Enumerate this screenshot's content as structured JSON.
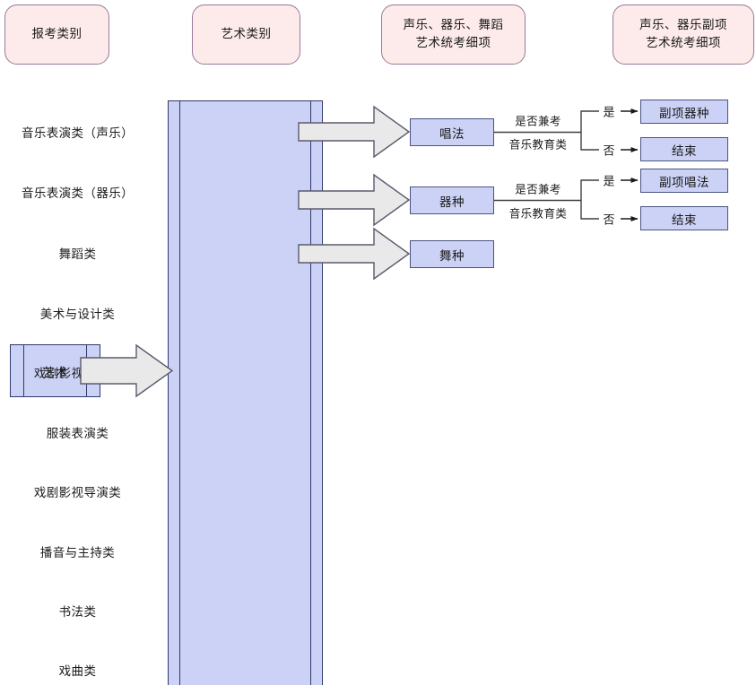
{
  "headers": [
    {
      "id": "apply-category",
      "label": "报考类别"
    },
    {
      "id": "art-category",
      "label": "艺术类别"
    },
    {
      "id": "vocal-instr-dance-detail",
      "label": "声乐、器乐、舞蹈\n艺术统考细项"
    },
    {
      "id": "vocal-instr-minor-detail",
      "label": "声乐、器乐副项\n艺术统考细项"
    }
  ],
  "start": {
    "label": "艺术"
  },
  "categories": [
    {
      "id": "music-vocal",
      "label": "音乐表演类（声乐）"
    },
    {
      "id": "music-instrument",
      "label": "音乐表演类（器乐）"
    },
    {
      "id": "dance",
      "label": "舞蹈类"
    },
    {
      "id": "fine-art-design",
      "label": "美术与设计类"
    },
    {
      "id": "drama-film-acting",
      "label": "戏剧影视表演类"
    },
    {
      "id": "costume-performance",
      "label": "服装表演类"
    },
    {
      "id": "drama-film-directing",
      "label": "戏剧影视导演类"
    },
    {
      "id": "broadcasting-hosting",
      "label": "播音与主持类"
    },
    {
      "id": "calligraphy",
      "label": "书法类"
    },
    {
      "id": "traditional-opera",
      "label": "戏曲类"
    }
  ],
  "details": [
    {
      "id": "singing-method",
      "label": "唱法"
    },
    {
      "id": "instrument-type",
      "label": "器种"
    },
    {
      "id": "dance-type",
      "label": "舞种"
    }
  ],
  "branches": [
    {
      "id": "vocal-branch",
      "question_line1": "是否兼考",
      "question_line2": "音乐教育类",
      "yes_label": "是",
      "no_label": "否",
      "yes_target": "副项器种",
      "no_target": "结束"
    },
    {
      "id": "instrument-branch",
      "question_line1": "是否兼考",
      "question_line2": "音乐教育类",
      "yes_label": "是",
      "no_label": "否",
      "yes_target": "副项唱法",
      "no_target": "结束"
    }
  ],
  "colors": {
    "header_fill": "#fdeaea",
    "header_stroke": "#9a7a9a",
    "box_fill": "#ccd2f5",
    "box_stroke": "#2f3a6b",
    "arrow_fill": "#e9e9e9",
    "arrow_stroke": "#5a5a6e",
    "line": "#3f3f3f",
    "background": "#ffffff"
  }
}
